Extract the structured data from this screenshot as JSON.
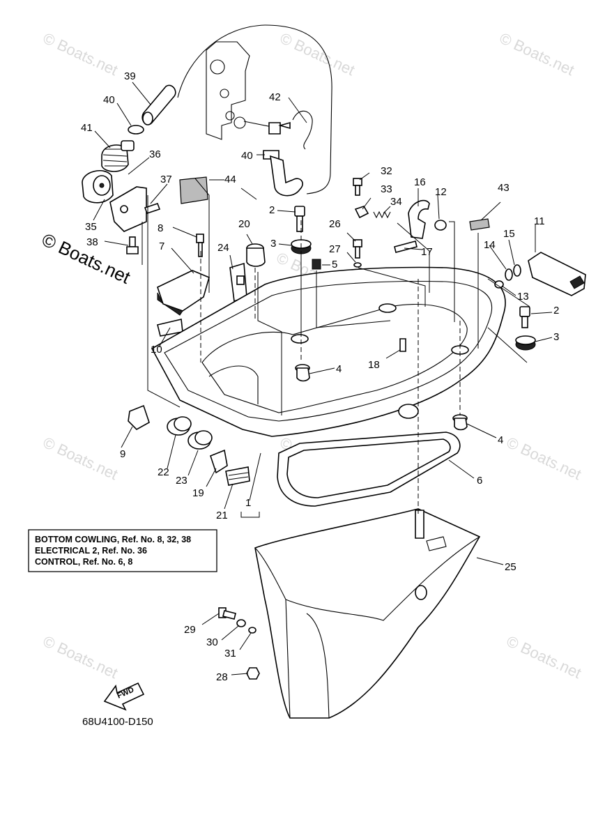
{
  "watermark": {
    "text": "© Boats.net",
    "big_text": "© Boats.net"
  },
  "callouts": {
    "c1": "1",
    "c2a": "2",
    "c2b": "2",
    "c3a": "3",
    "c3b": "3",
    "c4a": "4",
    "c4b": "4",
    "c5": "5",
    "c6": "6",
    "c7": "7",
    "c8": "8",
    "c9": "9",
    "c10": "10",
    "c11": "11",
    "c12": "12",
    "c13": "13",
    "c14": "14",
    "c15": "15",
    "c16": "16",
    "c17": "17",
    "c18": "18",
    "c19": "19",
    "c20": "20",
    "c21": "21",
    "c22": "22",
    "c23": "23",
    "c24": "24",
    "c25": "25",
    "c26": "26",
    "c27": "27",
    "c28": "28",
    "c29": "29",
    "c30": "30",
    "c31": "31",
    "c32": "32",
    "c33": "33",
    "c34": "34",
    "c35": "35",
    "c36": "36",
    "c37": "37",
    "c38": "38",
    "c39": "39",
    "c40a": "40",
    "c40b": "40",
    "c41": "41",
    "c42": "42",
    "c43": "43",
    "c44": "44"
  },
  "reference_box": {
    "line1": "BOTTOM COWLING, Ref. No. 8, 32, 38",
    "line2": "ELECTRICAL 2,  Ref. No. 36",
    "line3": "CONTROL,  Ref. No. 6, 8"
  },
  "fwd_label": "FWD",
  "diagram_code": "68U4100-D150"
}
